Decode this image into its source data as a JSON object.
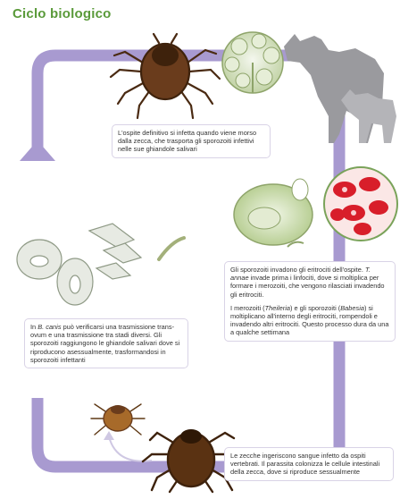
{
  "title": "Ciclo biologico",
  "colors": {
    "title_green": "#5a9a3a",
    "cycle_arrow": "#a89ad0",
    "tick_body": "#6a3c1c",
    "erythrocyte": "#d81e2a",
    "dog_silhouette": "#9a9a9e",
    "parasite_green": "#c9d7a8"
  },
  "icons": [
    "adult-tick",
    "nymph-tick",
    "engorged-tick",
    "salivary-gland",
    "dog-silhouette",
    "infected-erythrocytes",
    "lymphocyte",
    "sporozoites"
  ],
  "texts": {
    "host_infection": "L'ospite definitivo si infetta quando viene morso dalla zecca, che trasporta gli sporozoiti infettivi nelle sue ghiandole salivari",
    "invasion_p1_start": "Gli sporozoiti invadono gli eritrociti dell'ospite. ",
    "invasion_p1_species": "T. annae",
    "invasion_p1_end": " invade prima i linfociti, dove si moltiplica per formare i merozoiti, che vengono rilasciati invadendo gli eritrociti.",
    "invasion_p2_start": "I merozoiti (",
    "invasion_p2_genus1": "Theileria",
    "invasion_p2_mid": ") e gli sporozoiti (",
    "invasion_p2_genus2": "Babesia",
    "invasion_p2_end": ") si moltiplicano all'interno degli eritrociti, rompendoli e invadendo altri eritrociti. Questo processo dura da una a qualche settimana",
    "canis_prefix": "In ",
    "canis_species": "B. canis",
    "canis_rest": " può verificarsi una trasmissione trans-ovum e una trasmissione tra stadi diversi. Gli sporozoiti raggiungono le ghiandole salivari dove si riproducono asessualmente, trasformandosi in sporozoiti infettanti",
    "tick_gut": "Le zecche ingeriscono sangue infetto da ospiti vertebrati. Il parassita colonizza le cellule intestinali della zecca, dove si riproduce sessualmente"
  }
}
